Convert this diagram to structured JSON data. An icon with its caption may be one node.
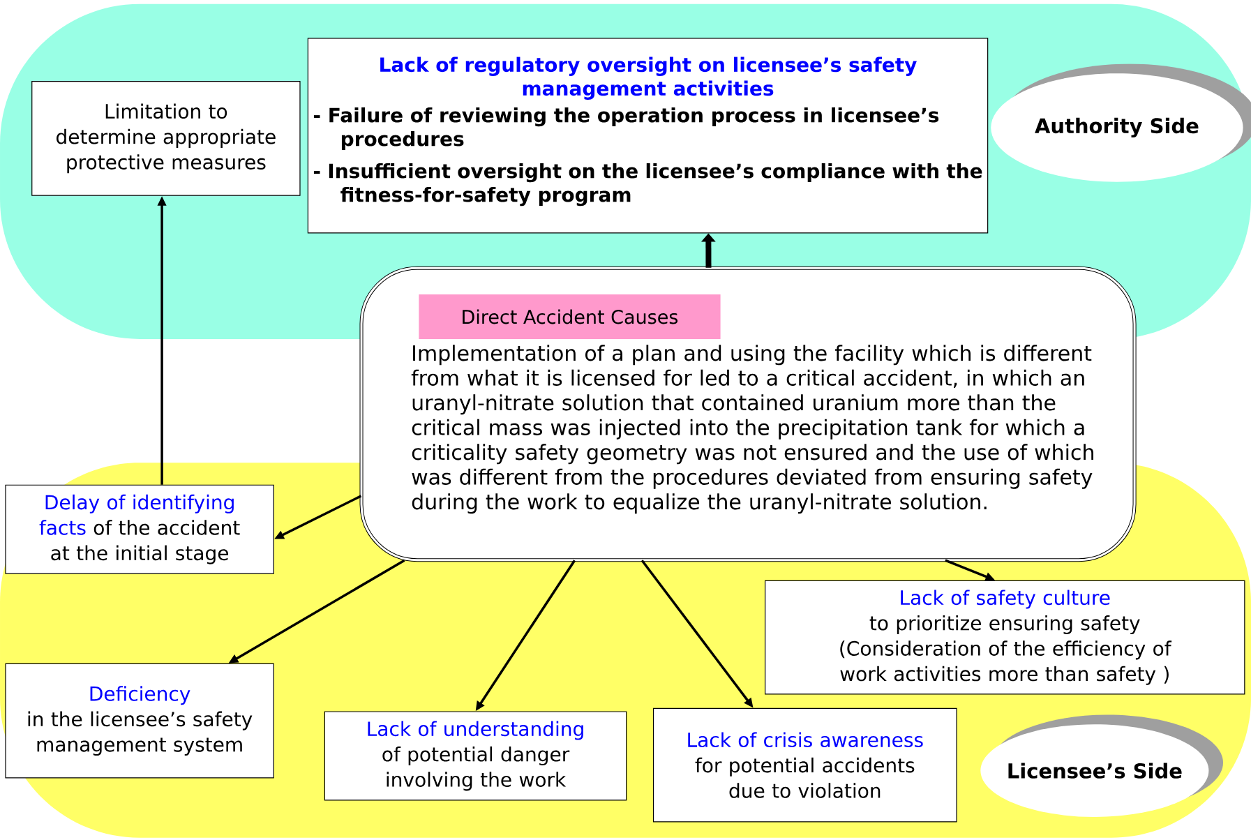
{
  "diagram": {
    "nodes": [
      {
        "text": [
          "Authority Side"
        ]
      },
      {
        "text": [
          "Limitation to determine appropriate protective measures"
        ],
        "in": 0
      },
      {
        "text": [
          "Lack of regulatory oversight on licensee’s safety management activities",
          "- Failure of reviewing the operation process in licensee’s procedures",
          "- Insufficient oversight on the licensee’s compliance with the fitness-for-safety program"
        ],
        "in": 0
      },
      {
        "text": [
          "Direct Accident Causes",
          "Implementation of a plan and using the facility which is different from what it is licensed for led to a critical accident, in which an uranyl-nitrate solution that contained uranium more than the critical mass was injected into the precipitation tank for which a criticality safety geometry was not ensured and the use of which was different from the procedures deviated from ensuring safety during the work to equalize the uranyl-nitrate solution."
        ]
      },
      {
        "text": [
          "Licensee’s Side"
        ]
      },
      {
        "text": [
          "Delay of identifying facts",
          "of the accident at the initial stage"
        ],
        "in": 4
      },
      {
        "text": [
          "Deficiency",
          "in the licensee’s safety management system"
        ],
        "in": 4
      },
      {
        "text": [
          "Lack of understanding",
          "of potential danger involving the work"
        ],
        "in": 4
      },
      {
        "text": [
          "Lack of crisis awareness",
          "for potential accidents due to violation"
        ],
        "in": 4
      },
      {
        "text": [
          "Lack of safety culture",
          "to prioritize ensuring safety (Consideration of the efficiency of work activities more than safety )"
        ],
        "in": 4
      }
    ],
    "edges": [
      {
        "from": 5,
        "to": 1,
        "arrow": "to"
      },
      {
        "from": 3,
        "to": 2,
        "arrow": "to",
        "style": "thick"
      },
      {
        "from": 3,
        "to": 5,
        "arrow": "to"
      },
      {
        "from": 3,
        "to": 6,
        "arrow": "to"
      },
      {
        "from": 3,
        "to": 7,
        "arrow": "to"
      },
      {
        "from": 3,
        "to": 8,
        "arrow": "to"
      },
      {
        "from": 3,
        "to": 9,
        "arrow": "to"
      }
    ]
  }
}
